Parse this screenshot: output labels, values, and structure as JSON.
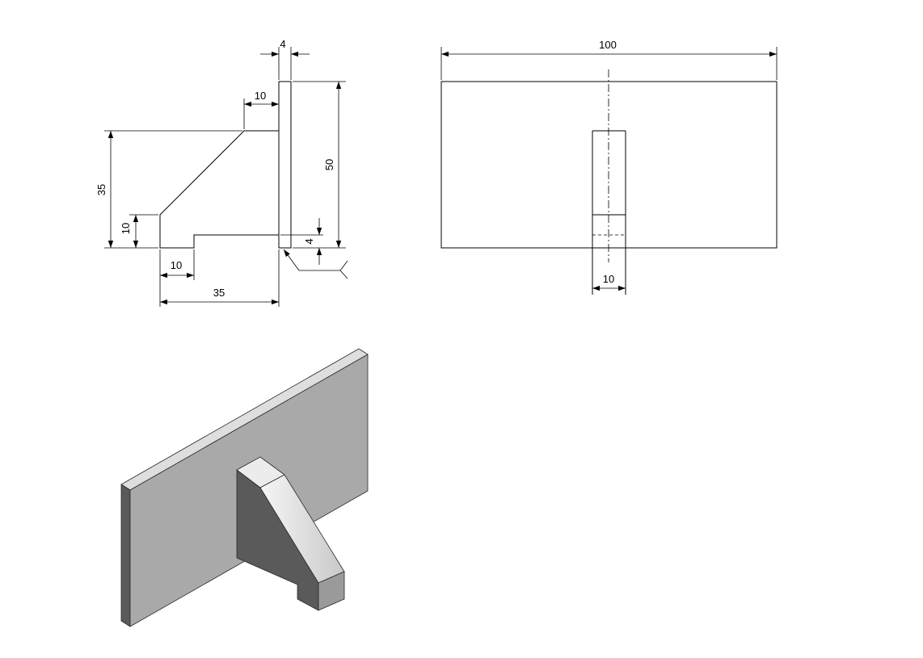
{
  "dimensions": {
    "side_view": {
      "thickness": "4",
      "top_offset": "10",
      "height_total": "50",
      "rib_height": "35",
      "foot_height": "10",
      "foot_width": "10",
      "base_length": "35",
      "step_height": "4"
    },
    "front_view": {
      "width": "100",
      "rib_width": "10"
    }
  },
  "colors": {
    "line": "#000000",
    "plate_front": "#a9a9a9",
    "plate_top": "#dedede",
    "plate_side": "#5a5a5a",
    "rib_side": "#5a5a5a",
    "rib_slope": "#e8e8e8",
    "rib_front": "#9a9a9a"
  }
}
